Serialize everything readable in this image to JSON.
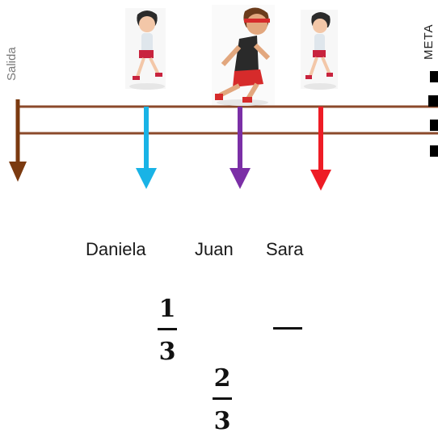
{
  "start_label": "Salida",
  "finish_label": "META",
  "runners": [
    {
      "name": "Daniela",
      "arrow_color": "#19b3e6"
    },
    {
      "name": "Juan",
      "arrow_color": "#7b2fa6"
    },
    {
      "name": "Sara",
      "arrow_color": "#ee1c25"
    }
  ],
  "start_arrow_color": "#7b3a10",
  "track_color": "#8b4a2b",
  "fractions": [
    {
      "numerator": "1",
      "denominator": "3"
    },
    {
      "numerator": "2",
      "denominator": "3"
    }
  ]
}
